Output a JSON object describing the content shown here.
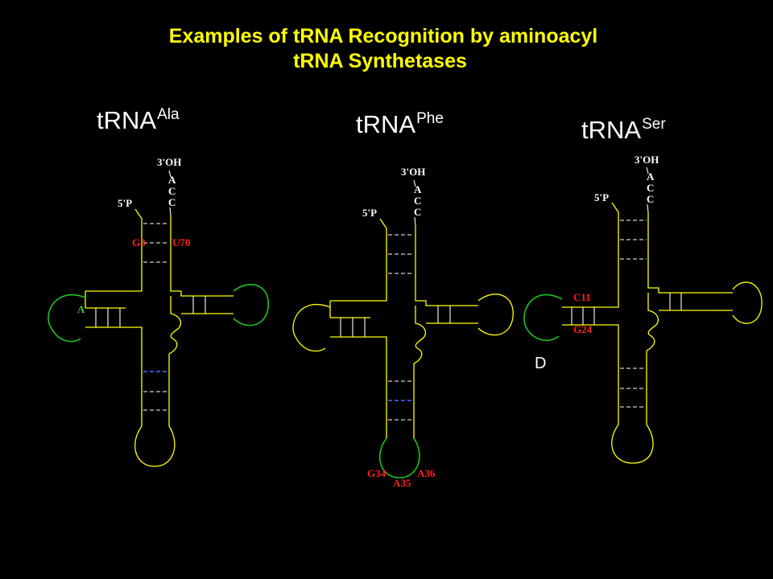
{
  "title": {
    "line1": "Examples of tRNA Recognition by aminoacyl",
    "line2": "tRNA Synthetases"
  },
  "molecules": [
    {
      "name": "tRNA",
      "superscript": "Ala",
      "five_prime": "5'P",
      "three_prime": "3'OH",
      "acceptor_bases": [
        "A",
        "C",
        "C"
      ],
      "markers_red": [
        "G3",
        "U70"
      ],
      "markers_green": [
        "A"
      ]
    },
    {
      "name": "tRNA",
      "superscript": "Phe",
      "five_prime": "5'P",
      "three_prime": "3'OH",
      "acceptor_bases": [
        "A",
        "C",
        "C"
      ],
      "markers_red": [
        "G34",
        "A35",
        "A36"
      ]
    },
    {
      "name": "tRNA",
      "superscript": "Ser",
      "five_prime": "5'P",
      "three_prime": "3'OH",
      "acceptor_bases": [
        "A",
        "C",
        "C"
      ],
      "markers_red": [
        "C11",
        "G24"
      ],
      "arm_label": "D"
    }
  ],
  "colors": {
    "background": "#000000",
    "title": "#ffff00",
    "strand": "#ffff00",
    "highlight_loop": "#1ec21e",
    "identity_red": "#ff2020",
    "identity_green": "#33cc33"
  }
}
